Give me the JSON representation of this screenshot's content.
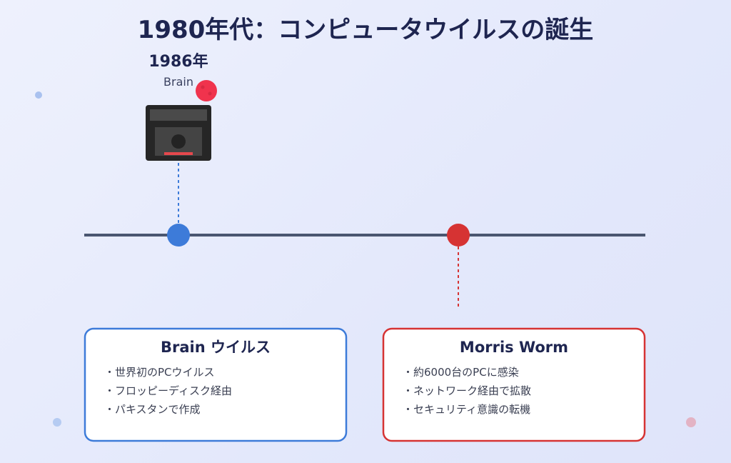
{
  "title": "1980年代：コンピュータウイルスの誕生",
  "event_top": {
    "year": "1986年",
    "name": "Brain"
  },
  "cards": [
    {
      "title": "Brain ウイルス",
      "items": [
        "・世界初のPCウイルス",
        "・フロッピーディスク経由",
        "・パキスタンで作成"
      ],
      "color": "#3d7bd9"
    },
    {
      "title": "Morris Worm",
      "items": [
        "・約6000台のPCに感染",
        "・ネットワーク経由で拡散",
        "・セキュリティ意識の転機"
      ],
      "color": "#d63333"
    }
  ]
}
